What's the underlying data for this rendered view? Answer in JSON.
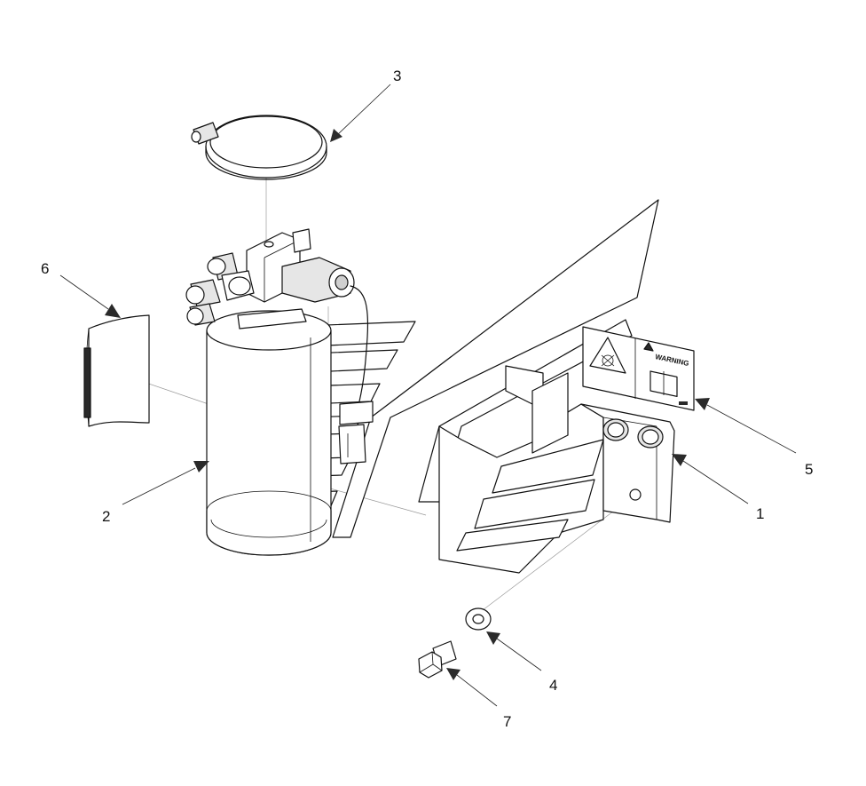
{
  "callouts": {
    "c1": "1",
    "c2": "2",
    "c3": "3",
    "c4": "4",
    "c5": "5",
    "c6": "6",
    "c7": "7"
  },
  "decal": {
    "warning_text": "WARNING"
  },
  "colors": {
    "line": "#111111",
    "background": "#ffffff",
    "phantom_line": "#9a9a9a"
  }
}
